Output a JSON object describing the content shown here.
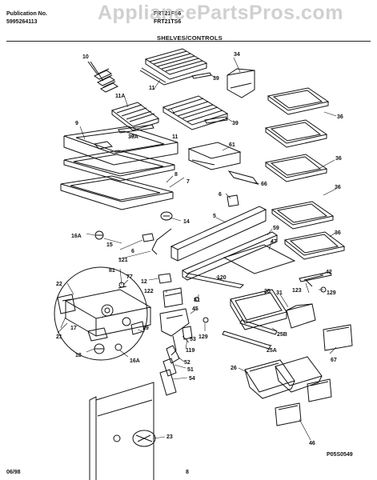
{
  "header": {
    "publication_label": "Publication No.",
    "publication_number": "5995264113",
    "model_1": "FRT21FS6",
    "model_2": "FRT21TS6"
  },
  "watermark": "AppliancePartsPros.com",
  "section_title": "SHELVES/CONTROLS",
  "part_labels": {
    "p10": "10",
    "p34": "34",
    "p39a": "39",
    "p11a": "11A",
    "p11b": "11",
    "p11c": "11",
    "p39b": "39",
    "p36a": "36",
    "p9": "9",
    "p39c": "39A",
    "p61": "61",
    "p36b": "36",
    "p8": "8",
    "p7": "7",
    "p66": "66",
    "p36c": "36",
    "p6a": "6",
    "p5": "5",
    "p14": "14",
    "p36d": "36",
    "p59": "59",
    "p47": "47",
    "p16a": "16A",
    "p15": "15",
    "p6b": "6",
    "p121": "121",
    "p22": "22",
    "p81a": "81",
    "p77": "77",
    "p12": "12",
    "p120": "120",
    "p42": "42",
    "p122": "122",
    "p81b": "81",
    "p25": "25",
    "p31": "31",
    "p123": "123",
    "p129a": "129",
    "p45": "45",
    "p17": "17",
    "p21": "21",
    "p19": "19",
    "p129b": "129",
    "p25b": "25B",
    "p53": "53",
    "p119": "119",
    "p25a": "25A",
    "p67": "67",
    "p18": "18",
    "p16a2": "16A",
    "p52": "52",
    "p51": "51",
    "p54": "54",
    "p26": "26",
    "p23": "23",
    "p46": "46"
  },
  "figure_code": "P05S0549",
  "footer": {
    "date": "06/98",
    "page": "8"
  }
}
